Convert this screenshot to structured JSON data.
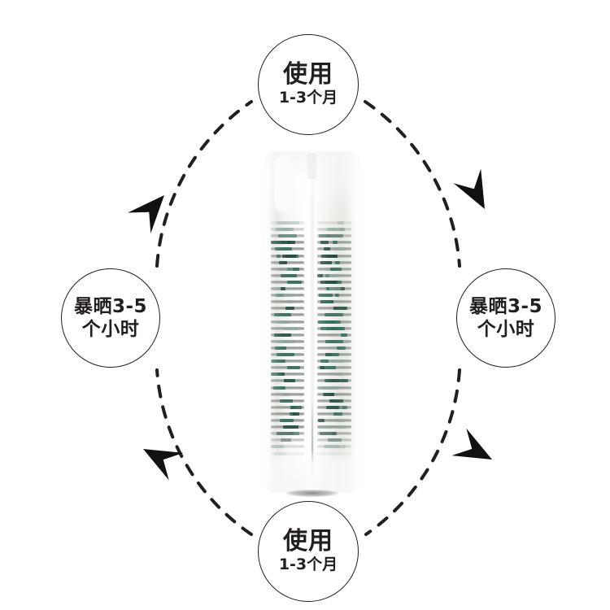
{
  "diagram": {
    "title_semantic": "product-usage-cycle",
    "accent_color": "#231f20",
    "background_color": "#ffffff",
    "cycle_direction": "clockwise",
    "nodes": [
      {
        "position": "top",
        "main": "使用",
        "sub": "1-3个月",
        "name": "node-use-top"
      },
      {
        "position": "right",
        "line1": "暴晒3-5",
        "line2": "个小时",
        "name": "node-sun-right"
      },
      {
        "position": "bottom",
        "main": "使用",
        "sub": "1-3个月",
        "name": "node-use-bottom"
      },
      {
        "position": "left",
        "line1": "暴晒3-5",
        "line2": "个小时",
        "name": "node-sun-left"
      }
    ],
    "arrows": [
      {
        "name": "arrow-upper-right",
        "direction": "down-right"
      },
      {
        "name": "arrow-lower-right",
        "direction": "up-right"
      },
      {
        "name": "arrow-lower-left",
        "direction": "up-left"
      },
      {
        "name": "arrow-upper-left",
        "direction": "up-left"
      }
    ],
    "product": {
      "name": "dehumidifier-cartridge",
      "description": "白色塑料除湿盒",
      "shell_color": "#f6f7f4",
      "granule_color": "#2e6b58"
    }
  }
}
